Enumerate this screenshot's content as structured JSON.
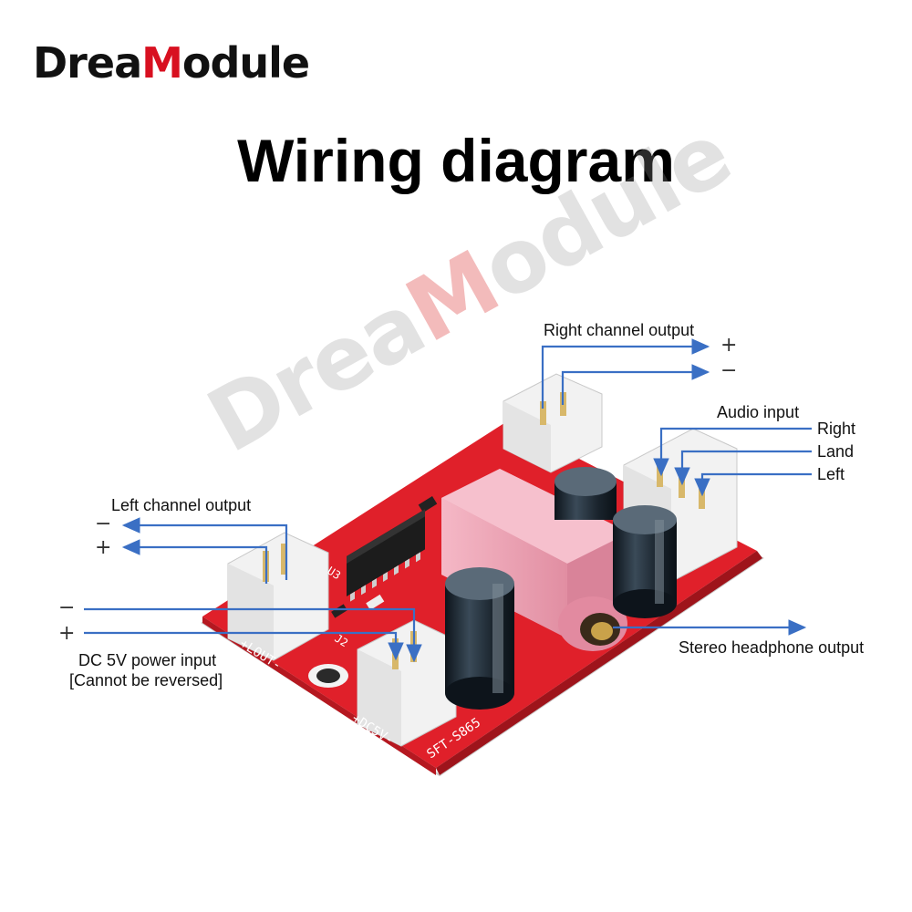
{
  "brand": {
    "logo_text_before": "Drea",
    "logo_text_accent": "M",
    "logo_text_after": "odule",
    "accent_color": "#d81020"
  },
  "title": "Wiring diagram",
  "labels": {
    "right_channel_output": "Right channel output",
    "right_plus": "+",
    "right_minus": "−",
    "audio_input": "Audio input",
    "audio_right": "Right",
    "audio_land": "Land",
    "audio_left": "Left",
    "left_channel_output": "Left channel output",
    "left_minus": "−",
    "left_plus": "+",
    "power_minus": "−",
    "power_plus": "+",
    "power_input": "DC 5V power input",
    "power_note": "[Cannot be reversed]",
    "stereo_output": "Stereo headphone output"
  },
  "silkscreen": {
    "lout": "+LOUT-",
    "dc5v": "+DC5V-",
    "model": "SFT-S865",
    "j2": "J2",
    "u3": "U3"
  },
  "colors": {
    "pcb_red": "#e0202a",
    "arrow_blue": "#3a6fc4",
    "jack_pink": "#f0a3b4",
    "connector_white": "#f2f2f2",
    "capacitor_dark": "#1f2a33"
  }
}
